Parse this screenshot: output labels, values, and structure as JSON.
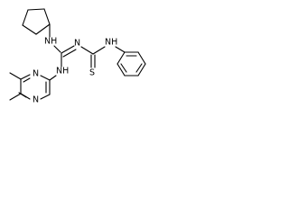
{
  "molecule": {
    "atoms": {
      "nh_cyclopentyl": "NH",
      "n_imine": "N",
      "nh_thioamide": "NH",
      "nh_pyrimidinyl": "NH",
      "n_ring_top": "N",
      "n_ring_bottom": "N",
      "sulfur": "S"
    }
  }
}
